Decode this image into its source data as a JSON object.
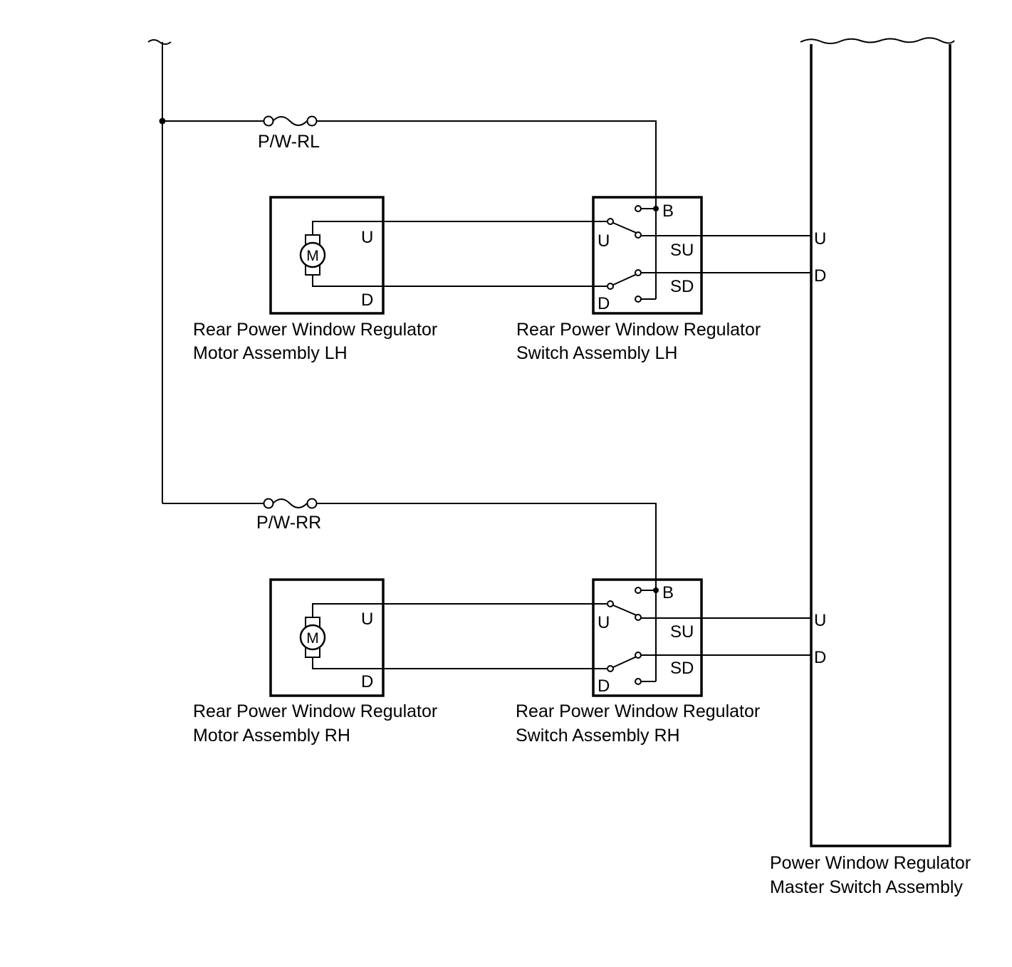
{
  "fuses": {
    "rl": "P/W-RL",
    "rr": "P/W-RR"
  },
  "lh": {
    "motor": {
      "line1": "Rear Power Window Regulator",
      "line2": "Motor Assembly LH",
      "symbol": "M",
      "pin_u": "U",
      "pin_d": "D"
    },
    "switch": {
      "line1": "Rear Power Window Regulator",
      "line2": "Switch Assembly LH",
      "pin_b": "B",
      "pin_u": "U",
      "pin_su": "SU",
      "pin_sd": "SD",
      "pin_d": "D"
    }
  },
  "rh": {
    "motor": {
      "line1": "Rear Power Window Regulator",
      "line2": "Motor Assembly RH",
      "symbol": "M",
      "pin_u": "U",
      "pin_d": "D"
    },
    "switch": {
      "line1": "Rear Power Window Regulator",
      "line2": "Switch Assembly RH",
      "pin_b": "B",
      "pin_u": "U",
      "pin_su": "SU",
      "pin_sd": "SD",
      "pin_d": "D"
    }
  },
  "master": {
    "line1": "Power Window Regulator",
    "line2": "Master Switch Assembly",
    "pins_lh": {
      "u": "U",
      "d": "D"
    },
    "pins_rh": {
      "u": "U",
      "d": "D"
    }
  }
}
